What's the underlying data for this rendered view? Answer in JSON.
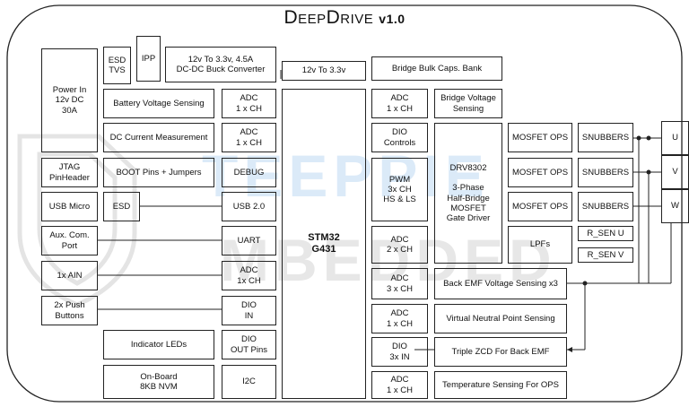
{
  "title": {
    "main": "DeepDrive",
    "version": "v1.0"
  },
  "watermark": {
    "line1": "TEEPPIE",
    "line2": "MBEDDED"
  },
  "blocks": {
    "power_in": "Power In\n12v DC\n30A",
    "esd_tvs": "ESD\nTVS",
    "ipp": "IPP",
    "buck": "12v To 3.3v, 4.5A\nDC-DC Buck Converter",
    "to33": "12v To 3.3v",
    "bulk_caps": "Bridge Bulk Caps. Bank",
    "battery_sense": "Battery Voltage Sensing",
    "adc_batt": "ADC\n1 x CH",
    "dc_current": "DC Current Measurement",
    "adc_curr": "ADC\n1 x CH",
    "jtag": "JTAG\nPinHeader",
    "boot": "BOOT Pins + Jumpers",
    "debug": "DEBUG",
    "usb_micro": "USB Micro",
    "esd": "ESD",
    "usb20": "USB 2.0",
    "aux_port": "Aux. Com.\nPort",
    "uart": "UART",
    "ain": "1x AIN",
    "adc_ain": "ADC\n1x CH",
    "push": "2x Push\nButtons",
    "dio_in": "DIO\nIN",
    "leds": "Indicator LEDs",
    "dio_out": "DIO\nOUT Pins",
    "nvm": "On-Board\n8KB NVM",
    "i2c": "I2C",
    "mcu": "STM32\nG431",
    "adc_r1": "ADC\n1 x CH",
    "dio_controls": "DIO\nControls",
    "pwm": "PWM\n3x CH\nHS & LS",
    "adc_r2": "ADC\n2 x CH",
    "adc_r3": "ADC\n3 x CH",
    "adc_r4": "ADC\n1 x CH",
    "dio_r5": "DIO\n3x IN",
    "adc_r6": "ADC\n1 x CH",
    "bridge_v": "Bridge Voltage\nSensing",
    "drv": "DRV8302\n\n3-Phase\nHalf-Bridge\nMOSFET\nGate Driver",
    "mosfet1": "MOSFET OPS",
    "mosfet2": "MOSFET OPS",
    "mosfet3": "MOSFET OPS",
    "snub1": "SNUBBERS",
    "snub2": "SNUBBERS",
    "snub3": "SNUBBERS",
    "lpfs": "LPFs",
    "rsen_u": "R_SEN U",
    "rsen_v": "R_SEN V",
    "phase_u": "U",
    "phase_v": "V",
    "phase_w": "W",
    "bemf": "Back EMF Voltage Sensing x3",
    "vneutral": "Virtual Neutral Point Sensing",
    "zcd": "Triple ZCD For Back EMF",
    "temp": "Temperature Sensing For OPS"
  }
}
